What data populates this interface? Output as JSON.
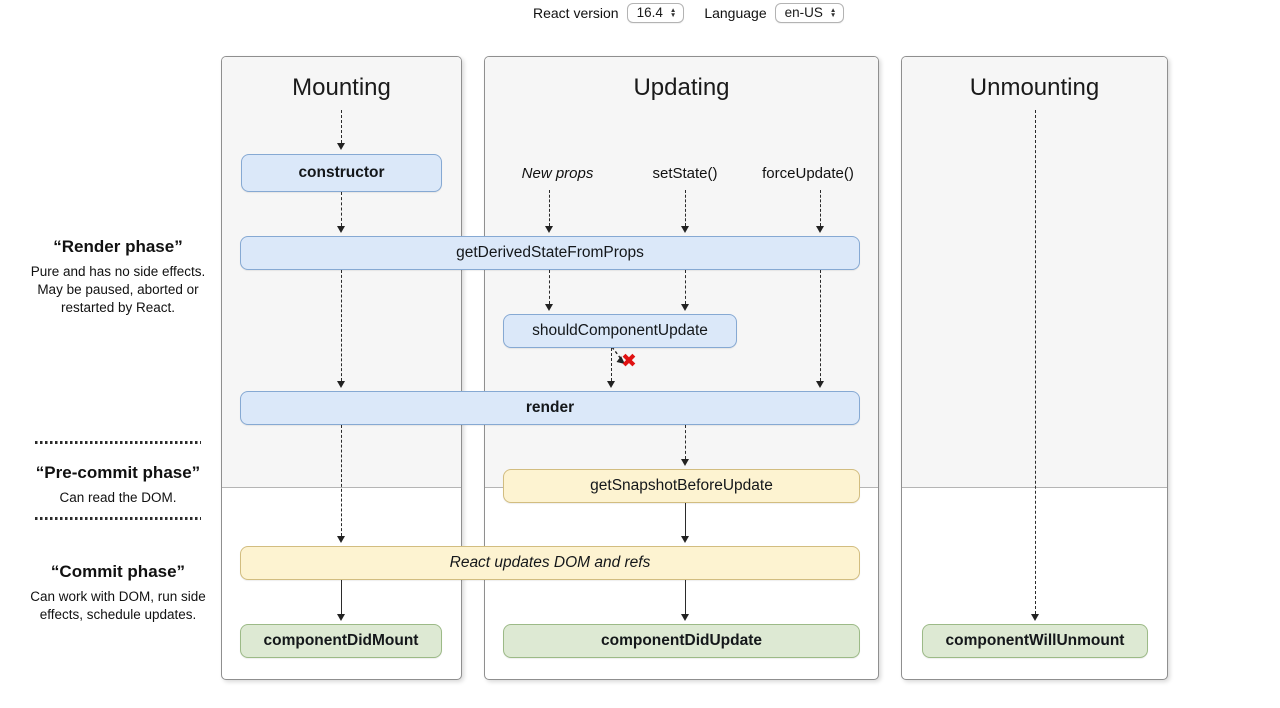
{
  "header": {
    "react_version_label": "React version",
    "react_version_value": "16.4",
    "language_label": "Language",
    "language_value": "en-US"
  },
  "phases": {
    "render": {
      "title": "“Render phase”",
      "description": "Pure and has no side effects. May be paused, aborted or restarted by React."
    },
    "pre_commit": {
      "title": "“Pre-commit phase”",
      "description": "Can read the DOM."
    },
    "commit": {
      "title": "“Commit phase”",
      "description": "Can work with DOM, run side effects, schedule updates."
    }
  },
  "columns": {
    "mounting": {
      "title": "Mounting"
    },
    "updating": {
      "title": "Updating",
      "triggers": [
        "New props",
        "setState()",
        "forceUpdate()"
      ]
    },
    "unmounting": {
      "title": "Unmounting"
    }
  },
  "nodes": {
    "constructor": "constructor",
    "get_derived_state_from_props": "getDerivedStateFromProps",
    "should_component_update": "shouldComponentUpdate",
    "render": "render",
    "get_snapshot_before_update": "getSnapshotBeforeUpdate",
    "react_updates_dom": "React updates DOM and refs",
    "component_did_mount": "componentDidMount",
    "component_did_update": "componentDidUpdate",
    "component_will_unmount": "componentWillUnmount"
  },
  "icons": {
    "select_stepper_up": "▲",
    "select_stepper_down": "▼",
    "abort_x": "✖"
  },
  "colors": {
    "panel_bg": "#f6f6f6",
    "node_blue_fill": "#dbe8f9",
    "node_blue_border": "#86a9d3",
    "node_yellow_fill": "#fdf3d1",
    "node_yellow_border": "#d2bd80",
    "node_green_fill": "#dde9d3",
    "node_green_border": "#9cba87",
    "abort_red": "#e01212",
    "arrow": "#222222"
  }
}
